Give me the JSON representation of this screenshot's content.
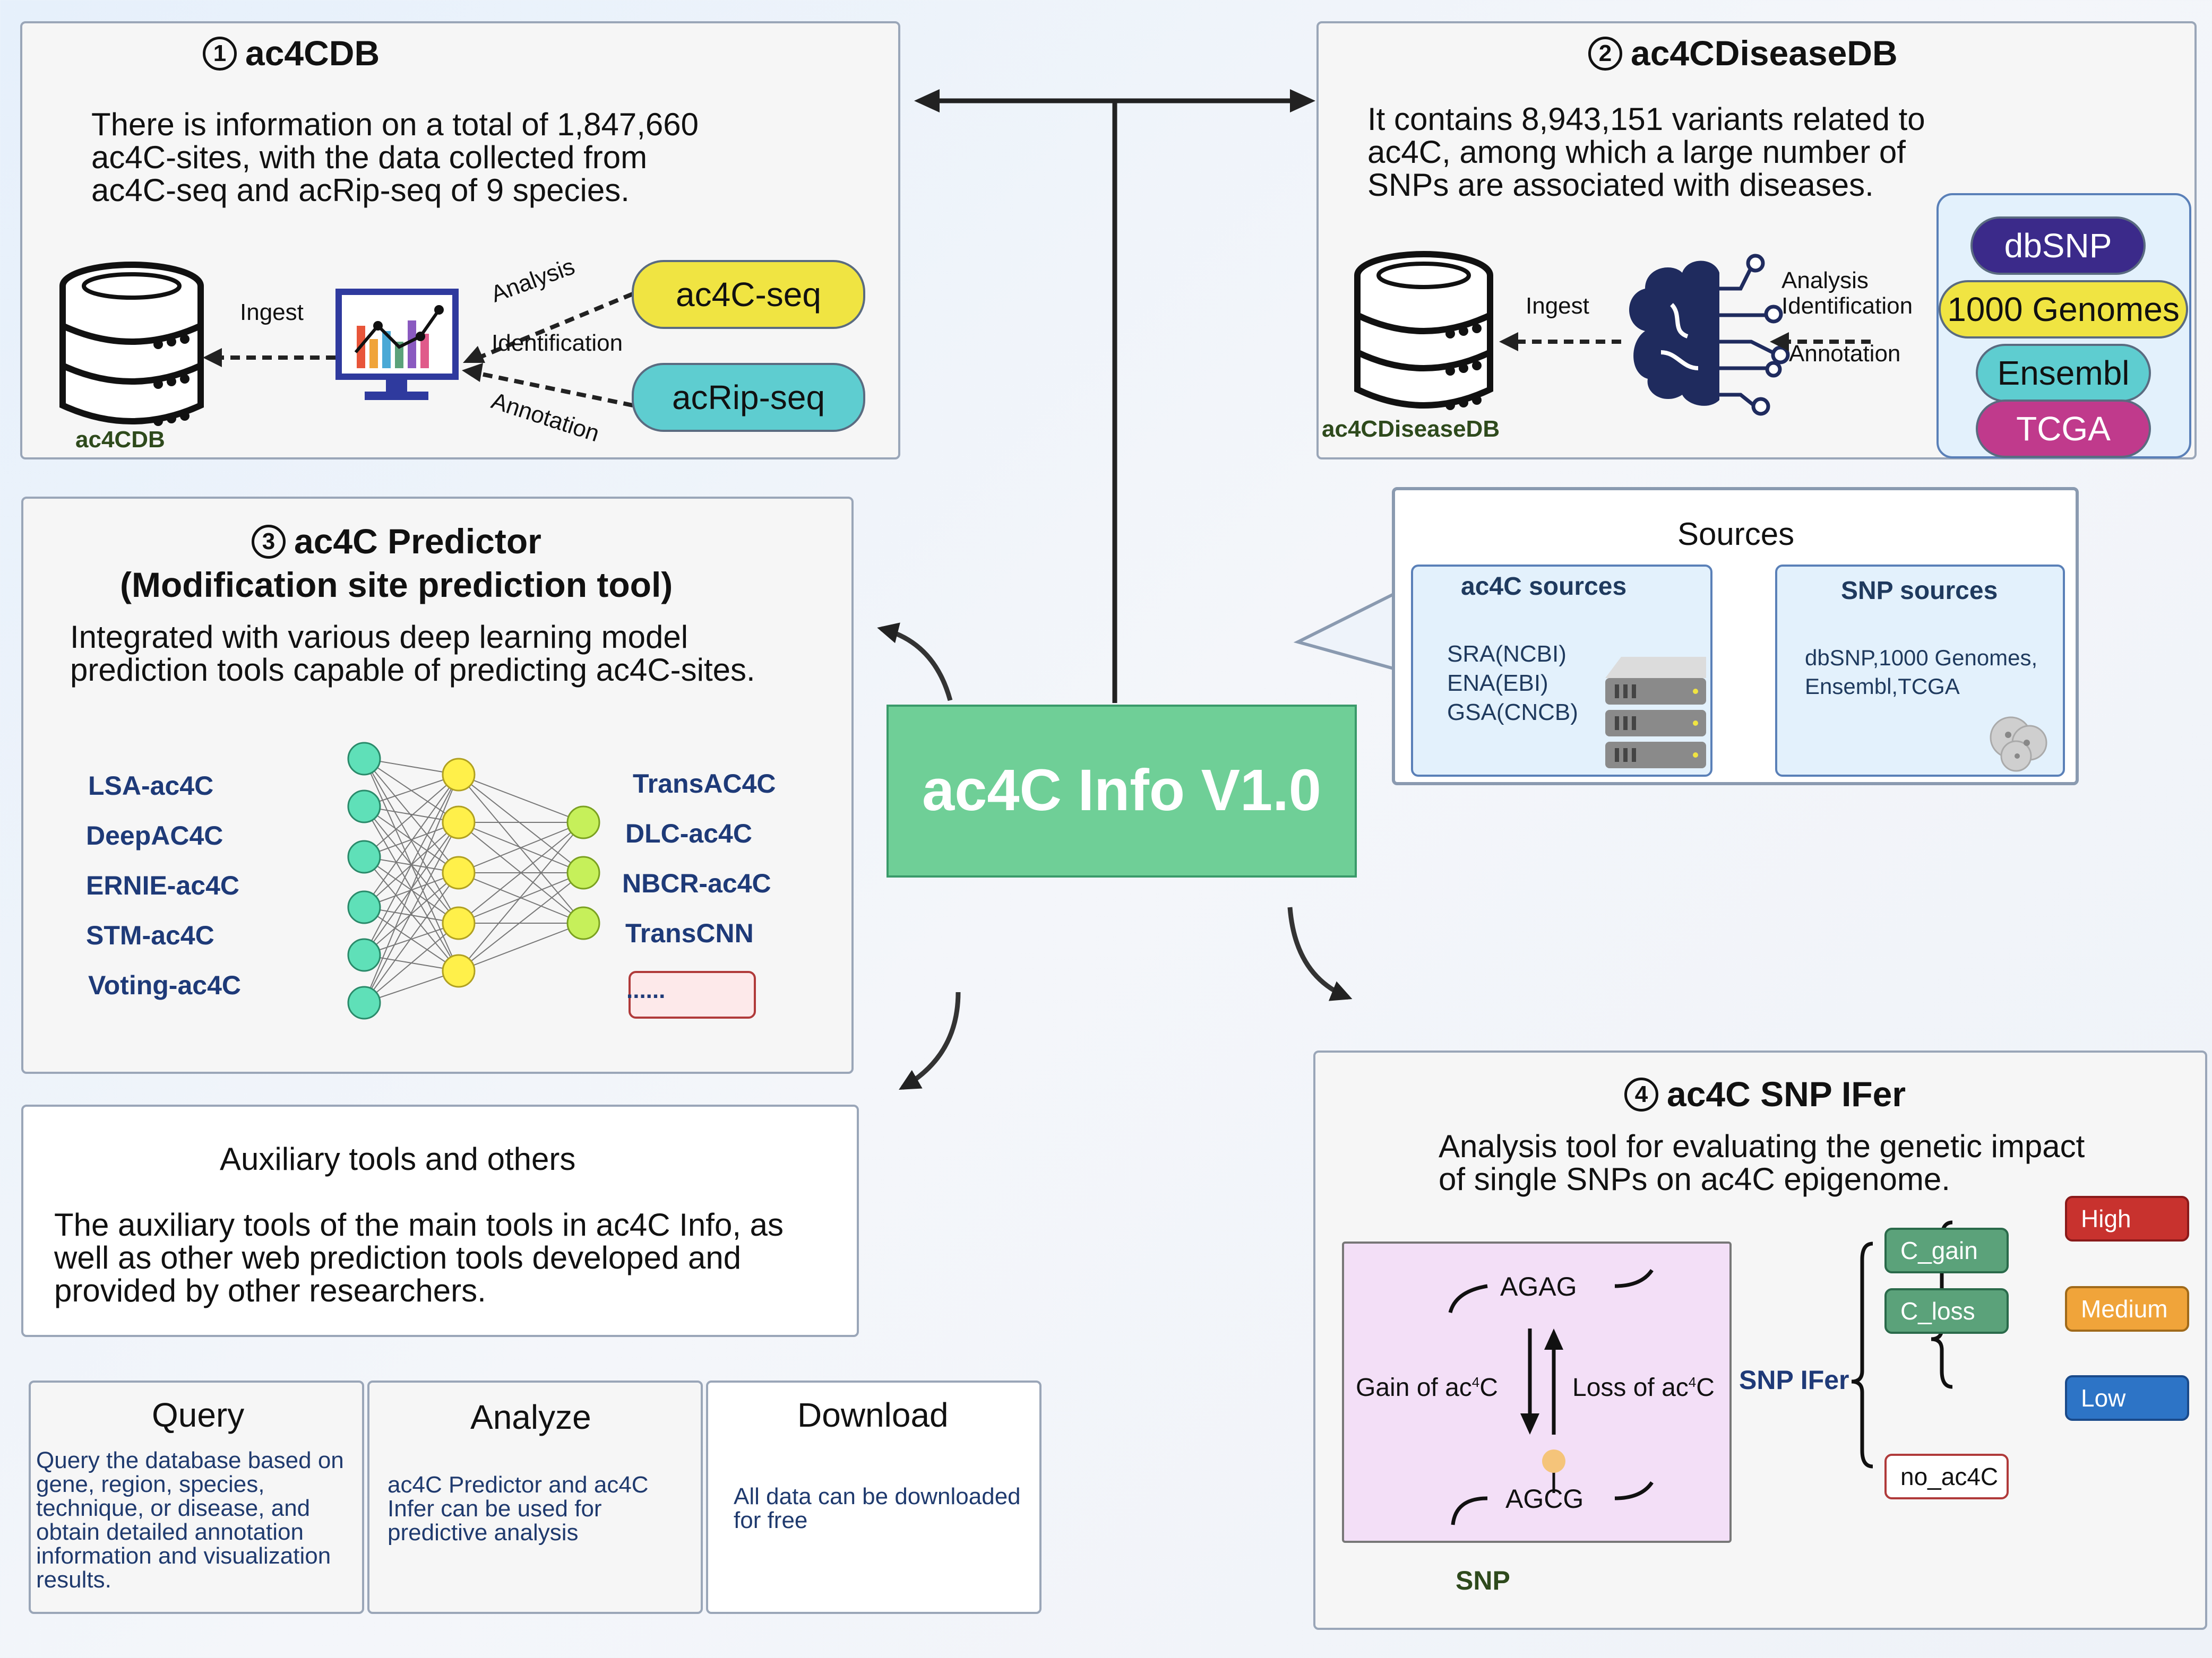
{
  "panel1": {
    "number": "1",
    "title": "ac4CDB",
    "description": [
      "There is information on a total of 1,847,660",
      "ac4C-sites, with the data collected from",
      "ac4C-seq and acRip-seq of 9 species."
    ],
    "ingest": "Ingest",
    "analysis": "Analysis",
    "identification": "Identification",
    "annotation": "Annotation",
    "pill1": "ac4C-seq",
    "pill2": "acRip-seq",
    "db_label": "ac4CDB"
  },
  "panel2": {
    "number": "2",
    "title": "ac4CDiseaseDB",
    "description": [
      "It contains 8,943,151 variants related to",
      "ac4C, among which a large number of",
      "SNPs are associated with diseases."
    ],
    "ingest": "Ingest",
    "analysis": "Analysis",
    "identification": "Identification",
    "annotation": "Annotation",
    "sources": [
      "dbSNP",
      "1000 Genomes",
      "Ensembl",
      "TCGA"
    ],
    "db_label": "ac4CDiseaseDB"
  },
  "sources": {
    "title": "Sources",
    "ac4c_title": "ac4C sources",
    "ac4c_items": [
      "SRA(NCBI)",
      "ENA(EBI)",
      "GSA(CNCB)"
    ],
    "snp_title": "SNP sources",
    "snp_items": [
      "dbSNP,1000 Genomes,",
      "Ensembl,TCGA"
    ]
  },
  "panel3": {
    "number": "3",
    "title": "ac4C Predictor",
    "subtitle": "(Modification site prediction tool)",
    "description": [
      "Integrated with various deep learning model",
      "prediction tools capable of predicting ac4C-sites."
    ],
    "models_left": [
      "LSA-ac4C",
      "DeepAC4C",
      "ERNIE-ac4C",
      "STM-ac4C",
      "Voting-ac4C"
    ],
    "models_right": [
      "TransAC4C",
      "DLC-ac4C",
      "NBCR-ac4C",
      "TransCNN"
    ],
    "more": "......"
  },
  "center": {
    "title": "ac4C Info V1.0"
  },
  "aux": {
    "title": "Auxiliary tools and others",
    "description": [
      "The auxiliary tools of the main tools in ac4C Info, as",
      "well as other web prediction tools developed and",
      "provided by other researchers."
    ]
  },
  "cards": [
    {
      "title": "Query",
      "lines": [
        "Query the database based on",
        "gene, region, species,",
        "technique, or disease, and",
        "obtain detailed annotation",
        "information and visualization",
        "results."
      ]
    },
    {
      "title": "Analyze",
      "lines": [
        "ac4C Predictor and ac4C",
        "Infer can be used for",
        "predictive analysis"
      ]
    },
    {
      "title": "Download",
      "lines": [
        "All data can be downloaded",
        "for free"
      ]
    }
  ],
  "panel4": {
    "number": "4",
    "title": "ac4C SNP IFer",
    "description": [
      "Analysis tool for evaluating the genetic impact",
      "of single  SNPs on ac4C epigenome."
    ],
    "seq_top": "AGAG",
    "seq_bottom": "AGCG",
    "gain": "Gain of ac",
    "loss": "Loss of ac",
    "sup": "4",
    "c": "C",
    "snp_label": "SNP",
    "ifer_label": "SNP IFer",
    "c_gain": "C_gain",
    "c_loss": "C_loss",
    "no_ac4c": "no_ac4C",
    "high": "High",
    "medium": "Medium",
    "low": "Low"
  },
  "colors": {
    "center_green": "#6fcf97",
    "ac4c_seq": "#f0e442",
    "acrip_seq": "#5ecdd0",
    "dbsnp": "#3b2a8a",
    "genomes": "#f0e442",
    "ensembl": "#5ecdd0",
    "tcga": "#c03a8c",
    "high": "#c8322e",
    "medium": "#f0a43a",
    "low": "#2d74c6",
    "cgain": "#5ba27a",
    "snp_panel": "#f3dff7"
  }
}
